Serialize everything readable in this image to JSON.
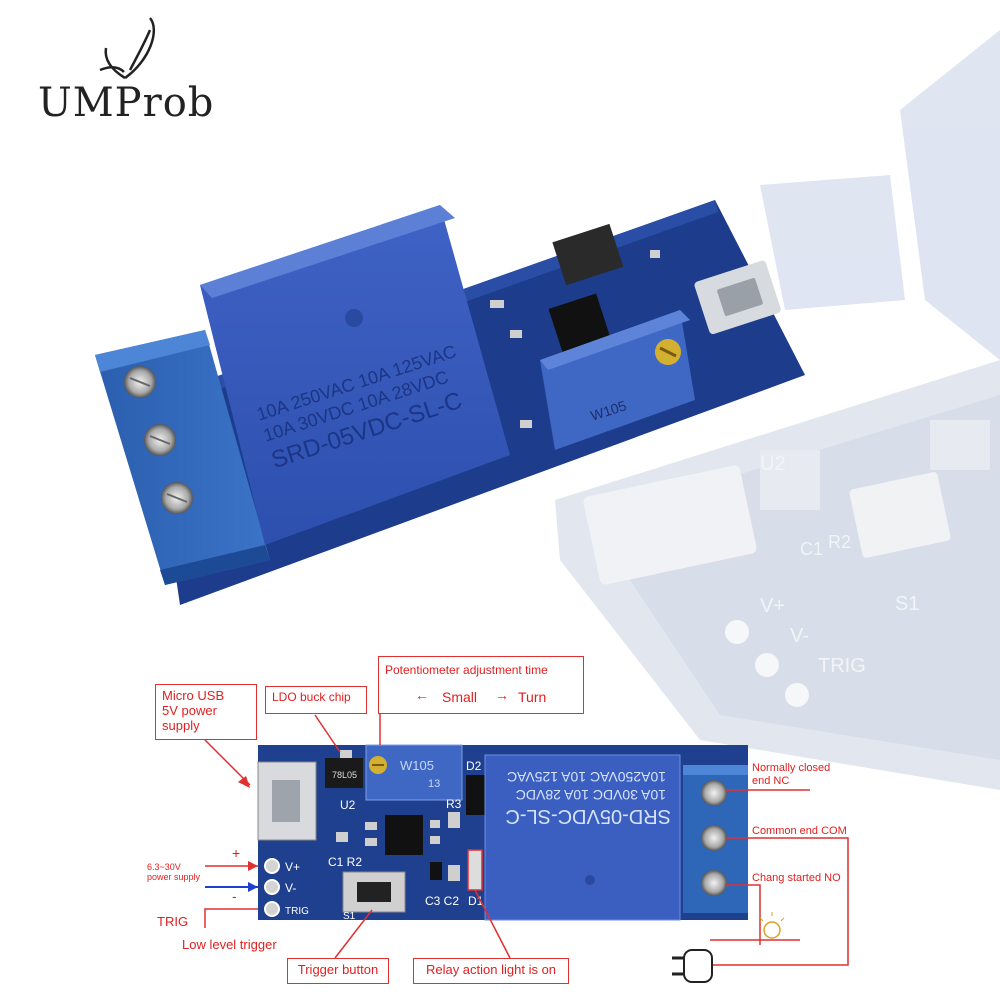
{
  "logo": {
    "text": "UMProb"
  },
  "product_photo": {
    "relay_print": [
      "10A 250VAC  10A 125VAC",
      "10A 30VDC  10A  28VDC",
      "SRD-05VDC-SL-C"
    ],
    "pot_label": "W105",
    "faded_labels": [
      "U2",
      "C1",
      "R2",
      "S1",
      "V+",
      "V-",
      "TRIG"
    ]
  },
  "diagram": {
    "board": {
      "relay_print": [
        "SRD-05VDC-SL-C",
        "10A 30VDC  10A  28VDC",
        "10A250VAC  10A  125VAC"
      ],
      "pot_label": "W105",
      "chip_label": "78L05",
      "silkscreen": {
        "u2": "U2",
        "d2": "D2",
        "r3": "R3",
        "c1r2": "C1 R2",
        "vplus": "V+",
        "vminus": "V-",
        "trig": "TRIG",
        "s1": "S1",
        "c3c2": "C3 C2",
        "d1": "D1"
      }
    },
    "callouts": {
      "micro_usb": "Micro USB\n5V power\nsupply",
      "ldo": "LDO buck chip",
      "potentiometer": "Potentiometer adjustment time",
      "small": "Small",
      "turn": "Turn",
      "nc": "Normally closed\nend NC",
      "com": "Common end COM",
      "no": "Chang started NO",
      "power_plus": "+",
      "power_range": "6.3~30V\npower supply",
      "power_minus": "-",
      "trig": "TRIG",
      "low_level": "Low level trigger",
      "trigger_button": "Trigger button",
      "relay_light": "Relay action light is on"
    }
  },
  "colors": {
    "board_blue": "#1f3f8f",
    "relay_blue": "#3a5fc0",
    "terminal_blue": "#2e66b8",
    "callout_red": "#e02020"
  }
}
